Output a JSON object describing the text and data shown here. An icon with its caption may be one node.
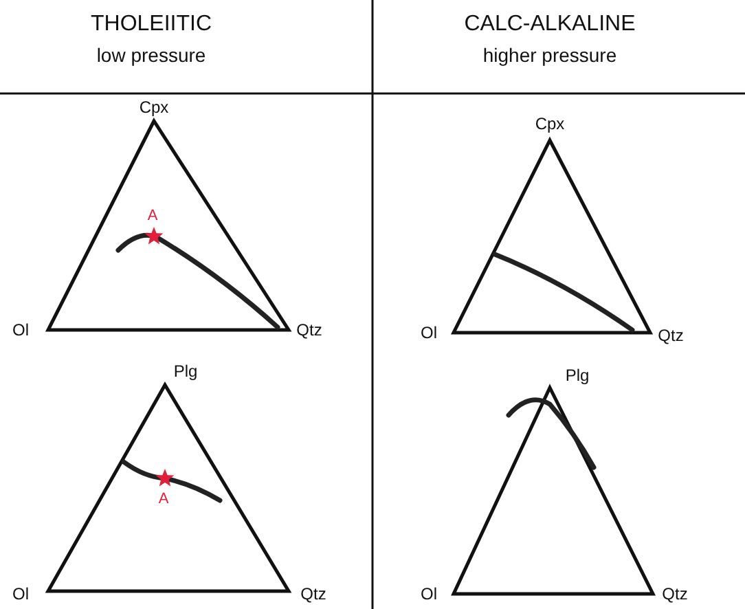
{
  "diagram": {
    "labels": [
      "THOLEIITIC",
      "low pressure",
      "CALC-ALKALINE",
      "higher pressure",
      "Cpx",
      "Cpx",
      "A",
      "Ol",
      "Qtz",
      "Ol",
      "Qtz",
      "Plg",
      "Plg",
      "A",
      "Ol",
      "Qtz",
      "Ol",
      "Qtz"
    ]
  }
}
